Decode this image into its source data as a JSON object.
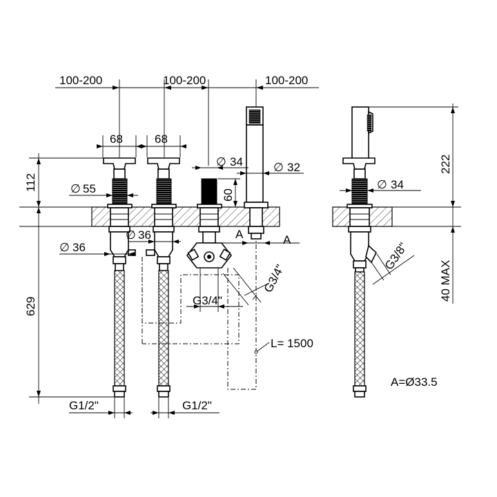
{
  "drawing": {
    "dimensions": {
      "spacing_1": "100-200",
      "spacing_2": "100-200",
      "spacing_3": "100-200",
      "handle_width_1": "68",
      "handle_width_2": "68",
      "diam_34_front": "34",
      "diam_32": "32",
      "diam_55": "55",
      "height_112": "112",
      "height_60": "60",
      "diam_36_left": "36",
      "diam_36_mid": "36",
      "label_A_left": "A",
      "label_A_right": "A",
      "height_629": "629",
      "thread_g34_diag": "G3/4\"",
      "thread_g34": "G3/4\"",
      "hose_length": "L= 1500",
      "thread_g12_left": "G1/2\"",
      "thread_g12_right": "G1/2\"",
      "height_222": "222",
      "diam_34_side": "34",
      "thread_g38": "G3/8\"",
      "max_40": "40 MAX",
      "a_diameter": "A=Ø33.5"
    },
    "diameter_symbol": "∅"
  }
}
